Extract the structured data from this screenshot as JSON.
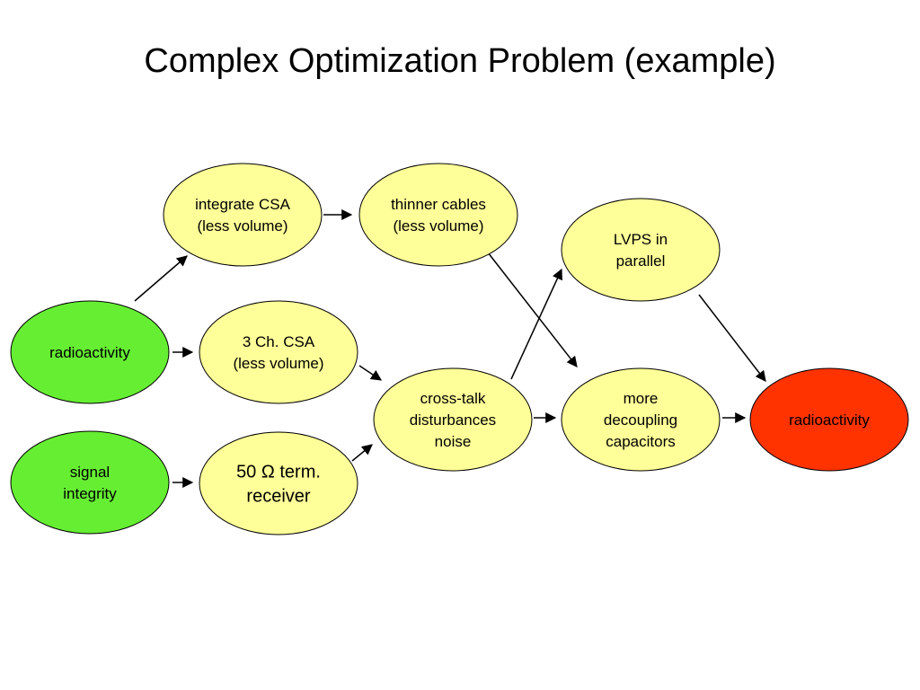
{
  "title": "Complex Optimization Problem (example)",
  "colors": {
    "source_fill": "#66EE33",
    "intermediate_fill": "#FFFF99",
    "outcome_fill": "#FF3300",
    "outline": "#000000"
  },
  "nodes": [
    {
      "id": "radioactivity-source",
      "role": "source",
      "lines": [
        "radioactivity"
      ]
    },
    {
      "id": "signal-integrity",
      "role": "source",
      "lines": [
        "signal",
        "integrity"
      ]
    },
    {
      "id": "integrate-csa",
      "role": "intermediate",
      "lines": [
        "integrate CSA",
        "(less volume)"
      ]
    },
    {
      "id": "three-ch-csa",
      "role": "intermediate",
      "lines": [
        "3 Ch. CSA",
        "(less volume)"
      ]
    },
    {
      "id": "fifty-ohm-receiver",
      "role": "intermediate",
      "lines": [
        "50 Ω term.",
        "receiver"
      ]
    },
    {
      "id": "thinner-cables",
      "role": "intermediate",
      "lines": [
        "thinner cables",
        "(less volume)"
      ]
    },
    {
      "id": "cross-talk",
      "role": "intermediate",
      "lines": [
        "cross-talk",
        "disturbances",
        "noise"
      ]
    },
    {
      "id": "lvps-parallel",
      "role": "intermediate",
      "lines": [
        "LVPS in",
        "parallel"
      ]
    },
    {
      "id": "more-decoupling",
      "role": "intermediate",
      "lines": [
        "more",
        "decoupling",
        "capacitors"
      ]
    },
    {
      "id": "radioactivity-outcome",
      "role": "outcome",
      "lines": [
        "radioactivity"
      ]
    }
  ],
  "edges": [
    {
      "from": "radioactivity-source",
      "to": "integrate-csa"
    },
    {
      "from": "radioactivity-source",
      "to": "three-ch-csa"
    },
    {
      "from": "signal-integrity",
      "to": "fifty-ohm-receiver"
    },
    {
      "from": "integrate-csa",
      "to": "thinner-cables"
    },
    {
      "from": "three-ch-csa",
      "to": "cross-talk"
    },
    {
      "from": "fifty-ohm-receiver",
      "to": "cross-talk"
    },
    {
      "from": "thinner-cables",
      "to": "more-decoupling"
    },
    {
      "from": "cross-talk",
      "to": "lvps-parallel"
    },
    {
      "from": "cross-talk",
      "to": "more-decoupling"
    },
    {
      "from": "lvps-parallel",
      "to": "radioactivity-outcome"
    },
    {
      "from": "more-decoupling",
      "to": "radioactivity-outcome"
    }
  ]
}
